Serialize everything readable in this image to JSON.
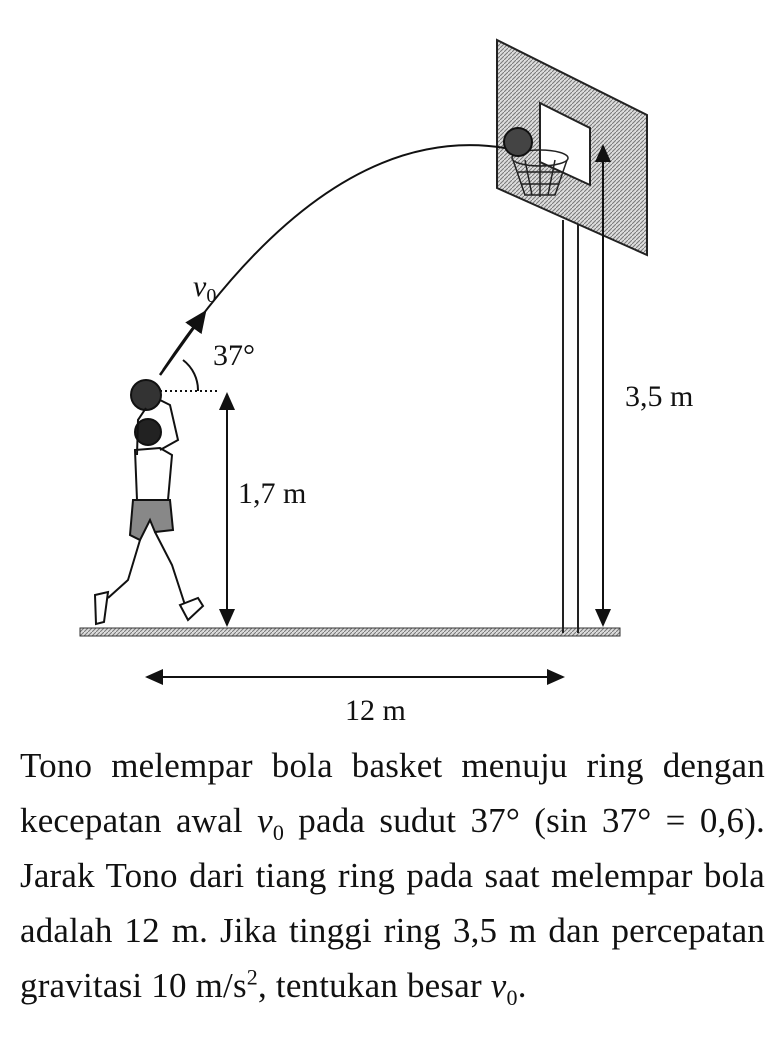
{
  "figure": {
    "v0_label": "v",
    "v0_sub": "0",
    "angle_label": "37°",
    "ring_height_label": "3,5 m",
    "throw_height_label": "1,7 m",
    "distance_label": "12 m"
  },
  "problem": {
    "t1": "Tono melempar bola basket menuju ring dengan kecepatan awal ",
    "v": "v",
    "sub0": "0",
    "t2": " pada sudut 37° (sin 37° = 0,6). Jarak Tono dari tiang ring pada saat melempar bola adalah 12 m. Jika tinggi ring 3,5 m dan percepatan gravitasi 10 m/s",
    "sup2": "2",
    "t3": ", tentukan besar ",
    "t4": "."
  }
}
